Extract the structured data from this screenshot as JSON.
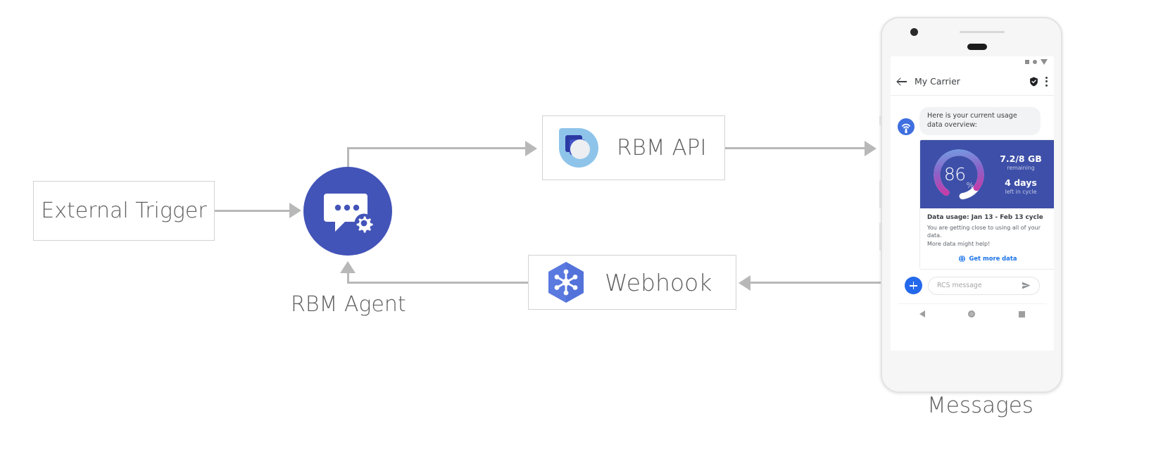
{
  "diagram": {
    "nodes": {
      "external_trigger": {
        "label": "External Trigger"
      },
      "rbm_agent": {
        "label": "RBM Agent",
        "icon": "chat-gear-icon"
      },
      "rbm_api": {
        "label": "RBM API",
        "icon": "rbm-droplet-icon"
      },
      "webhook": {
        "label": "Webhook",
        "icon": "cloud-functions-hexagon-icon"
      },
      "messages": {
        "label": "Messages"
      }
    }
  },
  "phone": {
    "statusbar": {
      "icons": [
        "square-icon",
        "circle-icon",
        "triangle-down-icon"
      ]
    },
    "appbar": {
      "back_icon": "back-arrow-icon",
      "title": "My Carrier",
      "verified_icon": "shield-check-icon",
      "menu_icon": "kebab-menu-icon"
    },
    "conversation": {
      "avatar_icon": "carrier-antenna-avatar",
      "incoming_message": "Here is your current usage data overview:",
      "rich_card": {
        "gauge": {
          "percent_value": "86",
          "percent_unit": "%",
          "fill_percent": 86,
          "track_color": "#ffffff",
          "arc_start_color": "#6fa8e8",
          "arc_mid_color": "#8b63c9",
          "arc_end_color": "#e0299a",
          "hero_bg": "#3d4fa8"
        },
        "stats": [
          {
            "big": "7.2/8 GB",
            "sub": "remaining"
          },
          {
            "big": "4 days",
            "sub": "left in cycle"
          }
        ],
        "title": "Data usage: Jan 13 - Feb 13 cycle",
        "description_line1": "You are getting close to using all of your data.",
        "description_line2": "More data might help!",
        "action_label": "Get more data",
        "action_icon": "globe-icon",
        "action_color": "#1a73e8"
      }
    },
    "composer": {
      "add_icon": "plus-icon",
      "input_placeholder": "RCS message",
      "send_icon": "send-icon"
    },
    "navbar": {
      "back_icon": "nav-back-triangle-icon",
      "home_icon": "nav-home-circle-icon",
      "recents_icon": "nav-recents-square-icon"
    }
  },
  "colors": {
    "agent_blue": "#4354b8",
    "webhook_blue": "#5a7ae0",
    "api_light_blue": "#8fc4ea",
    "api_dark_blue": "#2b39a3",
    "line_gray": "#b8b8b8",
    "text_gray": "#606060"
  }
}
